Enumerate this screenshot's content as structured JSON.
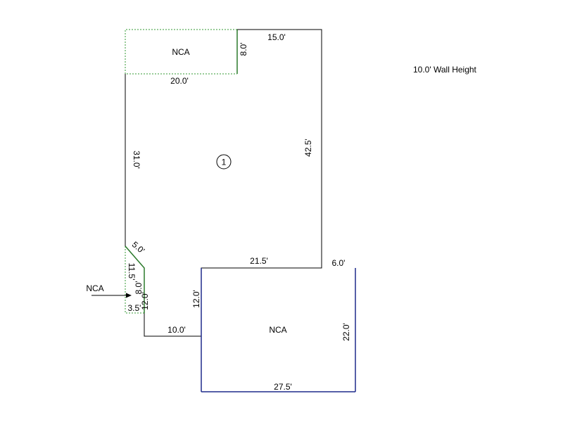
{
  "wall_height": "10.0' Wall Height",
  "room_number": "1",
  "nca_labels": {
    "top": "NCA",
    "left": "NCA",
    "bottom": "NCA"
  },
  "dimensions": {
    "top_right_width": "15.0'",
    "top_nca_height": "8.0'",
    "top_nca_width": "20.0'",
    "right_wall": "42.5'",
    "left_wall": "31.0'",
    "diagonal": "5.0'",
    "left_nca_slant": "11.5'",
    "left_nca_height": "8.0'",
    "left_lower_wall": "12.0'",
    "left_nca_width": "3.5'",
    "bottom_left_width": "10.0'",
    "step_width": "21.5'",
    "step_height": "12.0'",
    "right_offset": "6.0'",
    "bottom_nca_height": "22.0'",
    "bottom_nca_width": "27.5'"
  },
  "colors": {
    "wall": "#000000",
    "nca_dashed": "#339933",
    "green_solid": "#2b7a2b",
    "blue_solid": "#1f2a8c"
  }
}
